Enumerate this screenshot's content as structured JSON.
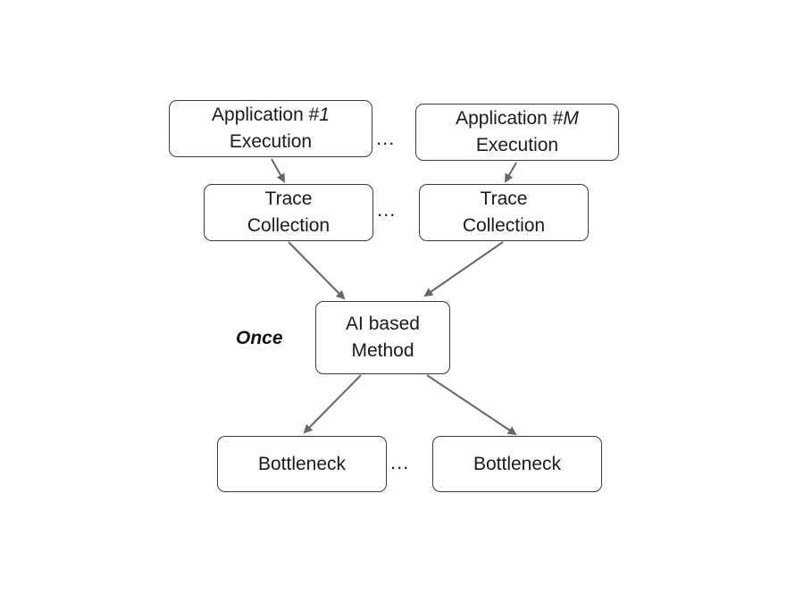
{
  "nodes": {
    "app1": {
      "prefix": "Application #",
      "var": "1",
      "line2": "Execution"
    },
    "appM": {
      "prefix": "Application #",
      "var": "M",
      "line2": "Execution"
    },
    "trace1": {
      "line1": "Trace",
      "line2": "Collection"
    },
    "traceM": {
      "line1": "Trace",
      "line2": "Collection"
    },
    "ai": {
      "line1": "AI based",
      "line2": "Method"
    },
    "bottleneck1": {
      "label": "Bottleneck"
    },
    "bottleneckN": {
      "label": "Bottleneck"
    }
  },
  "ellipsis": "...",
  "once_label": "Once",
  "colors": {
    "border": "#3a3a3a",
    "arrow": "#666666",
    "text": "#1a1a1a"
  }
}
